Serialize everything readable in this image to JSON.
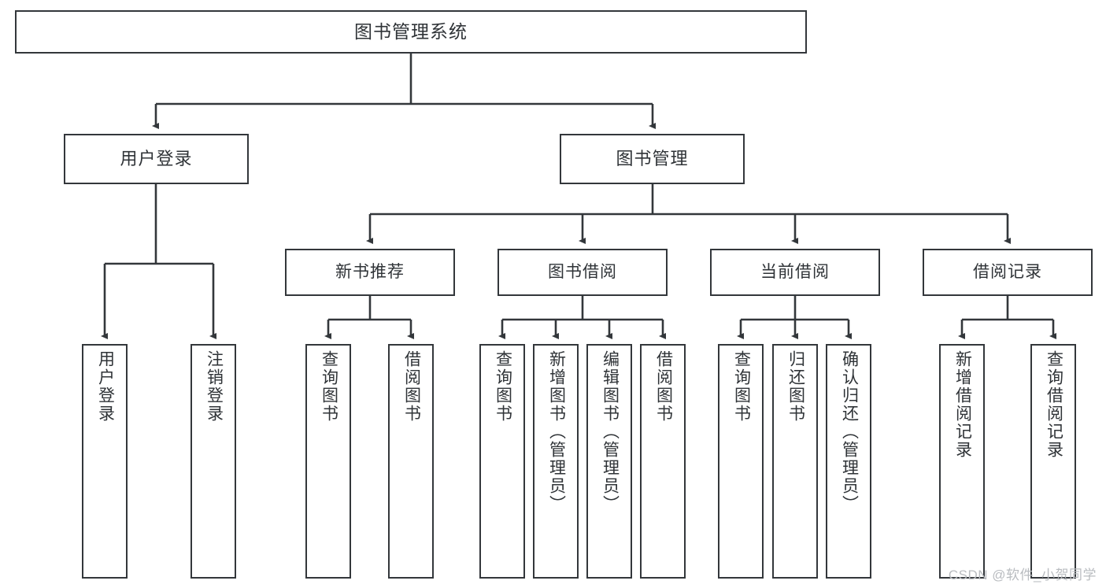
{
  "diagram": {
    "type": "tree-hierarchy",
    "title": "图书管理系统",
    "watermark": "CSDN @软件_小贺同学",
    "colors": {
      "box_border": "#33373b",
      "box_fill": "#ffffff",
      "connector": "#33373b",
      "text": "#2f3337",
      "watermark": "#b9bcc0"
    },
    "root": {
      "label": "图书管理系统"
    },
    "level1": [
      {
        "id": "user-login",
        "label": "用户登录"
      },
      {
        "id": "book-manage",
        "label": "图书管理"
      }
    ],
    "level2": [
      {
        "id": "new-book-recommend",
        "label": "新书推荐",
        "parent": "book-manage"
      },
      {
        "id": "book-borrow",
        "label": "图书借阅",
        "parent": "book-manage"
      },
      {
        "id": "current-borrow",
        "label": "当前借阅",
        "parent": "book-manage"
      },
      {
        "id": "borrow-record",
        "label": "借阅记录",
        "parent": "book-manage"
      }
    ],
    "leaves": [
      {
        "id": "leaf-user-login",
        "label": "用户登录",
        "parent": "user-login"
      },
      {
        "id": "leaf-logout",
        "label": "注销登录",
        "parent": "user-login"
      },
      {
        "id": "leaf-query-book-1",
        "label": "查询图书",
        "parent": "new-book-recommend"
      },
      {
        "id": "leaf-borrow-book-1",
        "label": "借阅图书",
        "parent": "new-book-recommend"
      },
      {
        "id": "leaf-query-book-2",
        "label": "查询图书",
        "parent": "book-borrow"
      },
      {
        "id": "leaf-add-book",
        "label": "新增图书（管理员）",
        "parent": "book-borrow"
      },
      {
        "id": "leaf-edit-book",
        "label": "编辑图书（管理员）",
        "parent": "book-borrow"
      },
      {
        "id": "leaf-borrow-book-2",
        "label": "借阅图书",
        "parent": "book-borrow"
      },
      {
        "id": "leaf-query-book-3",
        "label": "查询图书",
        "parent": "current-borrow"
      },
      {
        "id": "leaf-return-book",
        "label": "归还图书",
        "parent": "current-borrow"
      },
      {
        "id": "leaf-confirm-return",
        "label": "确认归还（管理员）",
        "parent": "current-borrow"
      },
      {
        "id": "leaf-add-record",
        "label": "新增借阅记录",
        "parent": "borrow-record"
      },
      {
        "id": "leaf-query-record",
        "label": "查询借阅记录",
        "parent": "borrow-record"
      }
    ]
  }
}
